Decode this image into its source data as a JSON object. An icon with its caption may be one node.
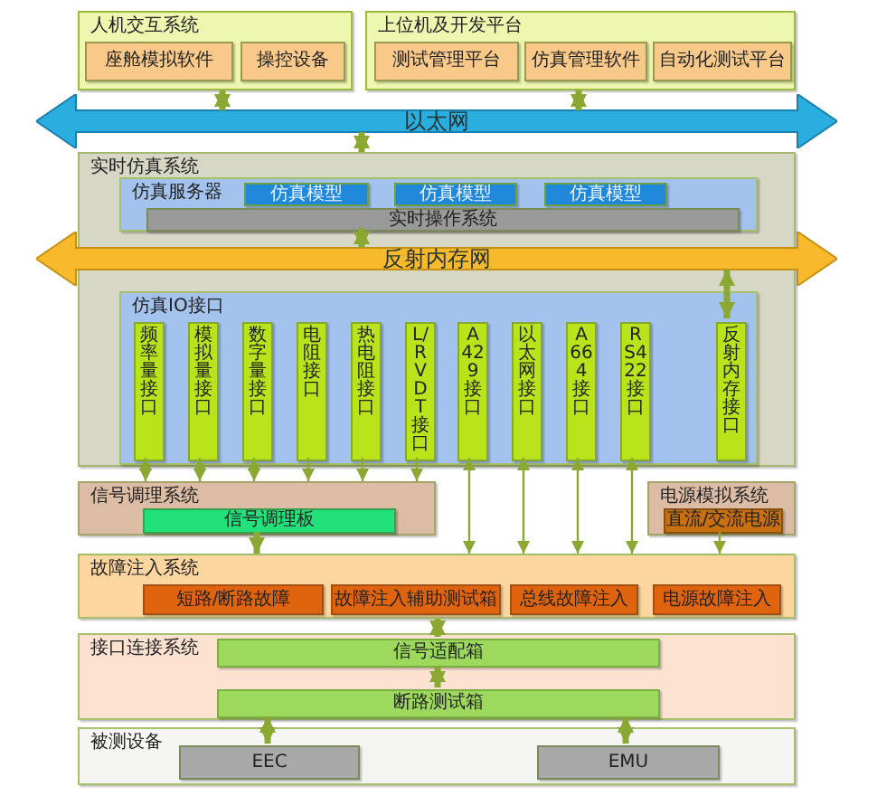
{
  "diagram": {
    "nodes": [
      {
        "text": [
          "人机交互系统"
        ]
      },
      {
        "text": [
          "座舱模拟软件"
        ],
        "in": 0
      },
      {
        "text": [
          "操控设备"
        ],
        "in": 0
      },
      {
        "text": [
          "上位机及开发平台"
        ]
      },
      {
        "text": [
          "测试管理平台"
        ],
        "in": 3
      },
      {
        "text": [
          "仿真管理软件"
        ],
        "in": 3
      },
      {
        "text": [
          "自动化测试平台"
        ],
        "in": 3
      },
      {
        "text": [
          "以太网"
        ]
      },
      {
        "text": [
          "实时仿真系统"
        ]
      },
      {
        "text": [
          "仿真服务器"
        ],
        "in": 8
      },
      {
        "text": [
          "仿真模型"
        ],
        "in": 9
      },
      {
        "text": [
          "仿真模型"
        ],
        "in": 9
      },
      {
        "text": [
          "仿真模型"
        ],
        "in": 9
      },
      {
        "text": [
          "实时操作系统"
        ],
        "in": 9
      },
      {
        "text": [
          "反射内存网"
        ]
      },
      {
        "text": [
          "仿真IO接口"
        ],
        "in": 8
      },
      {
        "text": [
          "频率量接口"
        ],
        "in": 15
      },
      {
        "text": [
          "模拟量接口"
        ],
        "in": 15
      },
      {
        "text": [
          "数字量接口"
        ],
        "in": 15
      },
      {
        "text": [
          "电阻接口"
        ],
        "in": 15
      },
      {
        "text": [
          "热电阻接口"
        ],
        "in": 15
      },
      {
        "text": [
          "L/RVDT接口"
        ],
        "in": 15
      },
      {
        "text": [
          "A429接口"
        ],
        "in": 15
      },
      {
        "text": [
          "以太网接口"
        ],
        "in": 15
      },
      {
        "text": [
          "A664接口"
        ],
        "in": 15
      },
      {
        "text": [
          "RS422接口"
        ],
        "in": 15
      },
      {
        "text": [
          "反射内存接口"
        ],
        "in": 15
      },
      {
        "text": [
          "信号调理系统"
        ]
      },
      {
        "text": [
          "信号调理板"
        ],
        "in": 27
      },
      {
        "text": [
          "电源模拟系统"
        ]
      },
      {
        "text": [
          "直流/交流电源"
        ],
        "in": 29
      },
      {
        "text": [
          "故障注入系统"
        ]
      },
      {
        "text": [
          "短路/断路故障"
        ],
        "in": 31
      },
      {
        "text": [
          "故障注入辅助测试箱"
        ],
        "in": 31
      },
      {
        "text": [
          "总线故障注入"
        ],
        "in": 31
      },
      {
        "text": [
          "电源故障注入"
        ],
        "in": 31
      },
      {
        "text": [
          "接口连接系统"
        ]
      },
      {
        "text": [
          "信号适配箱"
        ],
        "in": 36
      },
      {
        "text": [
          "断路测试箱"
        ],
        "in": 36
      },
      {
        "text": [
          "被测设备"
        ]
      },
      {
        "text": [
          "EEC"
        ],
        "in": 39
      },
      {
        "text": [
          "EMU"
        ],
        "in": 39
      }
    ],
    "edges": [
      {
        "from": 0,
        "to": 7,
        "arrow": "both",
        "style": "thick"
      },
      {
        "from": 3,
        "to": 7,
        "arrow": "both",
        "style": "thick"
      },
      {
        "from": 7,
        "to": 8,
        "arrow": "both",
        "style": "thick"
      },
      {
        "from": 13,
        "to": 14,
        "arrow": "both",
        "style": "thick"
      },
      {
        "from": 14,
        "to": 26,
        "arrow": "both",
        "style": "thick"
      },
      {
        "from": 16,
        "to": 27,
        "arrow": "both"
      },
      {
        "from": 17,
        "to": 27,
        "arrow": "both"
      },
      {
        "from": 18,
        "to": 27,
        "arrow": "both"
      },
      {
        "from": 19,
        "to": 27,
        "arrow": "to"
      },
      {
        "from": 20,
        "to": 27,
        "arrow": "to"
      },
      {
        "from": 21,
        "to": 27,
        "arrow": "to"
      },
      {
        "from": 22,
        "to": 31,
        "arrow": "both"
      },
      {
        "from": 23,
        "to": 31,
        "arrow": "both"
      },
      {
        "from": 24,
        "to": 31,
        "arrow": "both"
      },
      {
        "from": 25,
        "to": 31,
        "arrow": "both"
      },
      {
        "from": 28,
        "to": 31,
        "arrow": "to",
        "style": "thick"
      },
      {
        "from": 30,
        "to": 31,
        "arrow": "to"
      },
      {
        "from": 31,
        "to": 37,
        "arrow": "both",
        "style": "thick"
      },
      {
        "from": 37,
        "to": 38,
        "arrow": "both",
        "style": "thick"
      },
      {
        "from": 38,
        "to": 40,
        "arrow": "both",
        "style": "thick"
      },
      {
        "from": 38,
        "to": 41,
        "arrow": "both",
        "style": "thick"
      }
    ]
  }
}
